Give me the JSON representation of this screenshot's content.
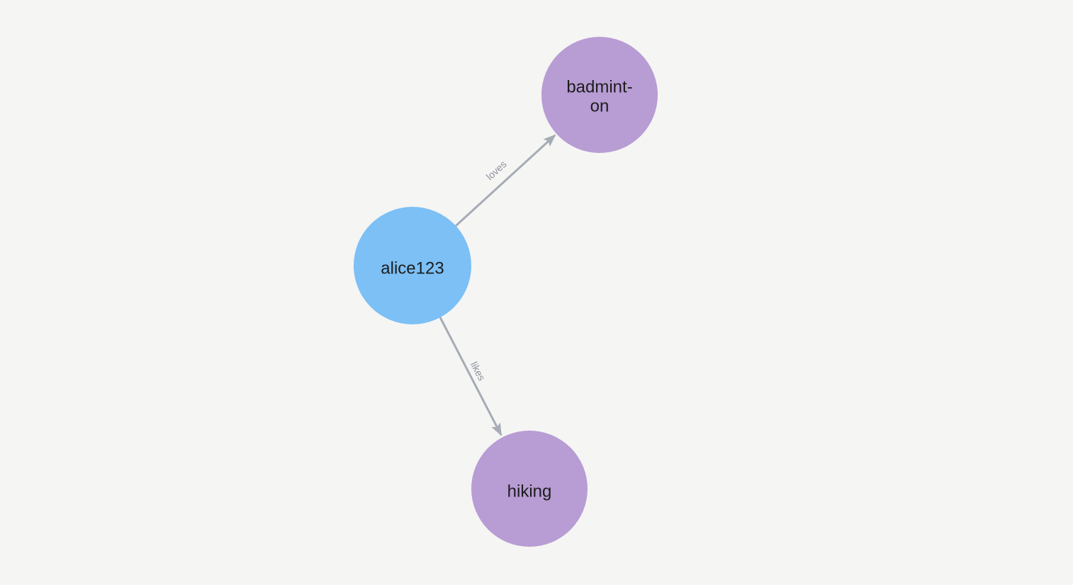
{
  "graph": {
    "nodes": [
      {
        "id": "alice123",
        "label": "alice123",
        "color": "#7CC0F6",
        "shape": "circle"
      },
      {
        "id": "badminton",
        "label": "badminton",
        "label_line1": "badmint-",
        "label_line2": "on",
        "color": "#B89CD4",
        "shape": "circle"
      },
      {
        "id": "hiking",
        "label": "hiking",
        "color": "#B89CD4",
        "shape": "circle"
      }
    ],
    "edges": [
      {
        "from": "alice123",
        "to": "badminton",
        "label": "loves",
        "directed": true
      },
      {
        "from": "alice123",
        "to": "hiking",
        "label": "likes",
        "directed": true
      }
    ],
    "edge_color": "#A6ACB5"
  },
  "colors": {
    "background": "#F5F5F3",
    "node_blue": "#7CC0F6",
    "node_purple": "#B89CD4",
    "edge_gray": "#A6ACB5",
    "edge_label_gray": "#8C929B",
    "node_label_dark": "#1D1D1D"
  }
}
